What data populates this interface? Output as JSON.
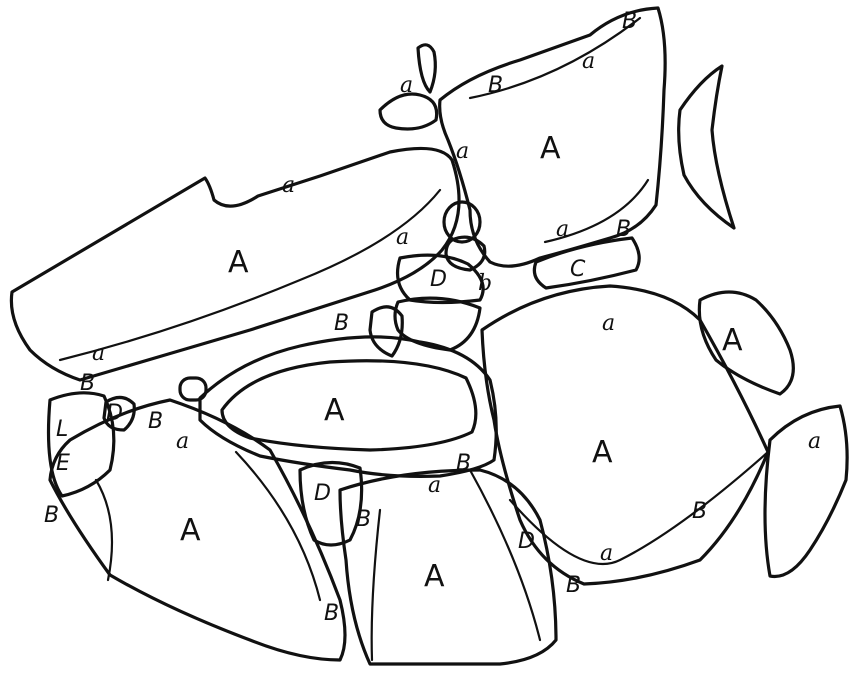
{
  "labels": {
    "A": "A",
    "B": "B",
    "C": "C",
    "D": "D",
    "E": "E",
    "L": "L",
    "a": "a",
    "b": "b"
  }
}
